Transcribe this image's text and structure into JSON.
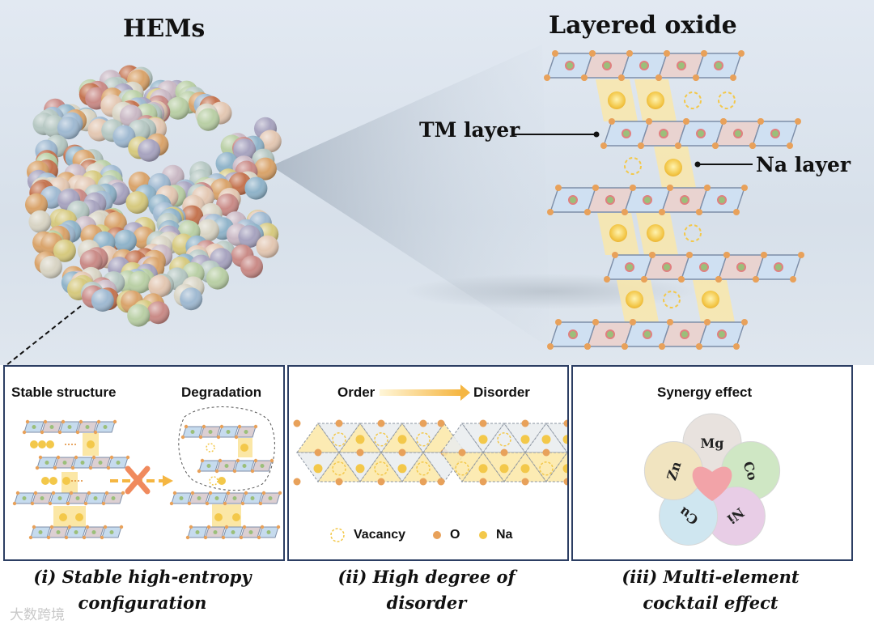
{
  "top": {
    "left_title": "HEMs",
    "right_title": "Layered oxide",
    "tm_label": "TM layer",
    "na_label": "Na layer"
  },
  "panels": [
    {
      "labels": [
        "Stable structure",
        "Degradation"
      ],
      "caption_line1": "(i) Stable high-entropy",
      "caption_line2": "configuration"
    },
    {
      "labels": [
        "Order",
        "Disorder"
      ],
      "legend": [
        "Vacancy",
        "O",
        "Na"
      ],
      "caption_line1": "(ii) High degree of",
      "caption_line2": "disorder"
    },
    {
      "labels": [
        "Synergy effect"
      ],
      "elements": [
        "Mg",
        "Co",
        "Ni",
        "Cu",
        "Zn"
      ],
      "caption_line1": "(iii) Multi-element",
      "caption_line2": "cocktail effect"
    }
  ],
  "watermark": "大数跨境",
  "colors": {
    "panel_border": "#2c3e63",
    "oxygen": "#e8a15a",
    "sodium": "#f3c84a",
    "octahedron": "#c6dbee",
    "cross": "#f08a5d",
    "arrow": "#f5b642"
  },
  "puzzle_colors": [
    "#e8e2de",
    "#cfe7c4",
    "#e8cde6",
    "#cfe6f0",
    "#f1e4c0"
  ]
}
